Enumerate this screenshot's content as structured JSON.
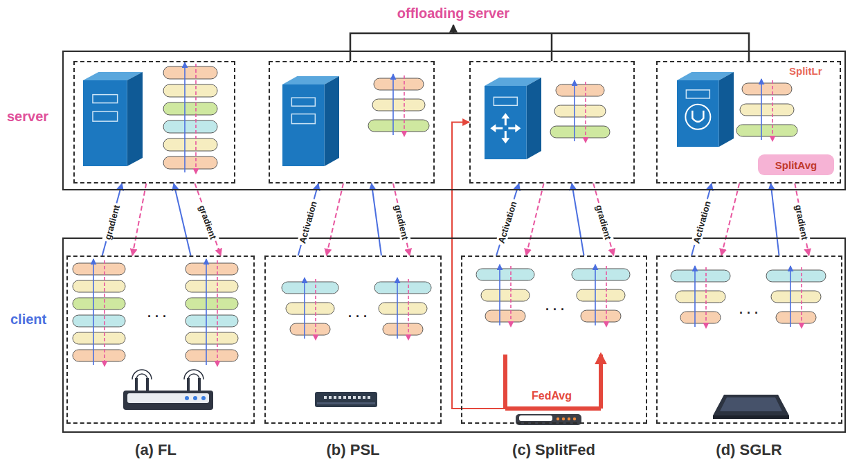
{
  "diagram": {
    "title": "offloading server",
    "nodes": [
      {
        "text": [
          "server"
        ]
      },
      {
        "text": [],
        "in": 0
      },
      {
        "text": [],
        "in": 0
      },
      {
        "text": [],
        "in": 0
      },
      {
        "text": [
          "SplitLr"
        ],
        "in": 0
      },
      {
        "text": [
          "SplitAvg"
        ],
        "in": 4
      },
      {
        "text": [
          "client"
        ]
      },
      {
        "text": [
          "· · ·"
        ],
        "in": 6
      },
      {
        "text": [
          "· · ·"
        ],
        "in": 6
      },
      {
        "text": [
          "· · ·"
        ],
        "in": 6
      },
      {
        "text": [
          "· · ·"
        ],
        "in": 6
      }
    ],
    "edges": [
      {
        "from": 7,
        "to": 1,
        "arrow": "to",
        "label": "gradient"
      },
      {
        "from": 1,
        "to": 7,
        "arrow": "to"
      },
      {
        "from": 7,
        "to": 1,
        "arrow": "to"
      },
      {
        "from": 1,
        "to": 7,
        "arrow": "to",
        "label": "gradient"
      },
      {
        "from": 8,
        "to": 2,
        "arrow": "to",
        "label": "Activation"
      },
      {
        "from": 2,
        "to": 8,
        "arrow": "to"
      },
      {
        "from": 8,
        "to": 2,
        "arrow": "to"
      },
      {
        "from": 2,
        "to": 8,
        "arrow": "to",
        "label": "gradient"
      },
      {
        "from": 9,
        "to": 3,
        "arrow": "to",
        "label": "Activation"
      },
      {
        "from": 3,
        "to": 9,
        "arrow": "to"
      },
      {
        "from": 9,
        "to": 3,
        "arrow": "to"
      },
      {
        "from": 3,
        "to": 9,
        "arrow": "to",
        "label": "gradient"
      },
      {
        "from": 10,
        "to": 4,
        "arrow": "to",
        "label": "Activation"
      },
      {
        "from": 4,
        "to": 10,
        "arrow": "to"
      },
      {
        "from": 10,
        "to": 4,
        "arrow": "to"
      },
      {
        "from": 4,
        "to": 10,
        "arrow": "to",
        "label": "gradient"
      },
      {
        "from": 9,
        "to": 3,
        "arrow": "to"
      }
    ],
    "labels": [
      "FedAvg",
      "(a) FL",
      "(b) PSL",
      "(c) SplitFed",
      "(d) SGLR"
    ]
  }
}
